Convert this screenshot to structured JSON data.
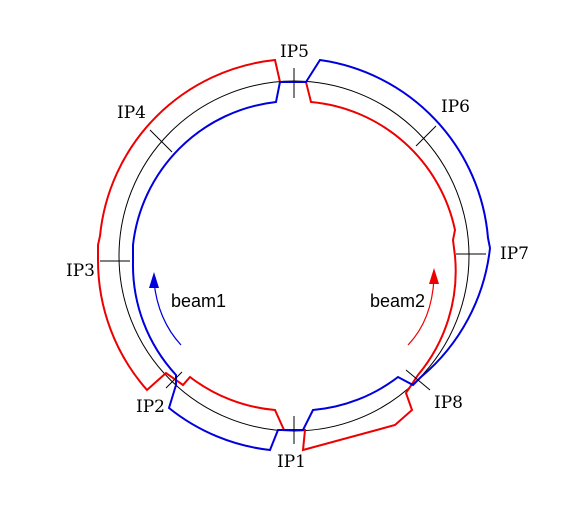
{
  "diagram": {
    "interaction_points": [
      {
        "id": "ip1",
        "label": "IP1"
      },
      {
        "id": "ip2",
        "label": "IP2"
      },
      {
        "id": "ip3",
        "label": "IP3"
      },
      {
        "id": "ip4",
        "label": "IP4"
      },
      {
        "id": "ip5",
        "label": "IP5"
      },
      {
        "id": "ip6",
        "label": "IP6"
      },
      {
        "id": "ip7",
        "label": "IP7"
      },
      {
        "id": "ip8",
        "label": "IP8"
      }
    ],
    "beams": [
      {
        "id": "beam1",
        "label": "beam1",
        "color": "#0000dd"
      },
      {
        "id": "beam2",
        "label": "beam2",
        "color": "#ee0000"
      }
    ],
    "colors": {
      "ring": "#000000",
      "beam1": "#0000dd",
      "beam2": "#ee0000"
    }
  }
}
